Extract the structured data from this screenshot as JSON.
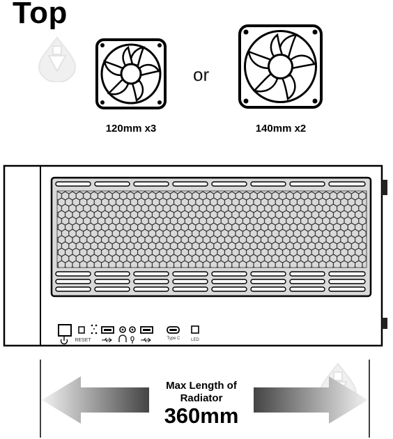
{
  "heading": "Top",
  "fans": [
    {
      "size_label": "120mm x3"
    },
    {
      "size_label": "140mm x2"
    }
  ],
  "separator_word": "or",
  "io_panel": {
    "reset_label": "RESET",
    "type_c_label": "Type C",
    "led_label": "LED"
  },
  "radiator": {
    "line1": "Max Length of",
    "line2": "Radiator",
    "value": "360mm"
  }
}
